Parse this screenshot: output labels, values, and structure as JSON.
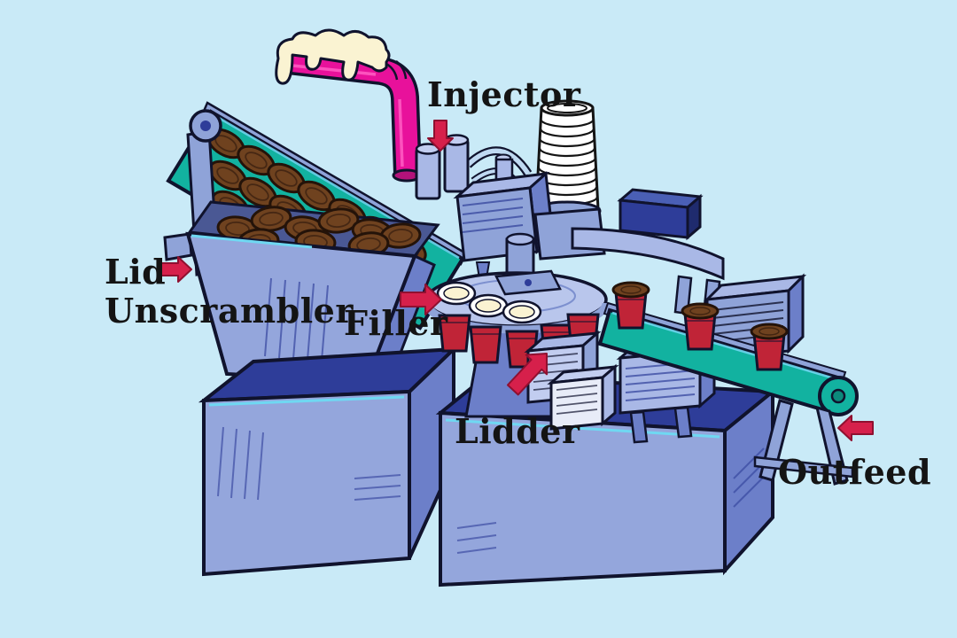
{
  "labels": {
    "injector": "Injector",
    "lid": "Lid",
    "unscrambler": "Unscrambler",
    "filler": "Filler",
    "lidder": "Lidder",
    "outfeed": "Outfeed"
  },
  "arrows": {
    "injector": "down",
    "lid_unscrambler": "right",
    "filler": "right",
    "lidder": "up-right",
    "outfeed": "left"
  },
  "colors": {
    "background": "#c9eaf7",
    "arrow": "#d6204b",
    "outline": "#10132d",
    "machine_light": "#a9b8e6",
    "machine_mid": "#8fa3d8",
    "machine_shadow": "#6c7fc9",
    "machine_dark": "#2e3d99",
    "conveyor_teal": "#12b2a0",
    "lid_brown": "#6f421f",
    "cup_red": "#c02437",
    "pipe_magenta": "#e8119b",
    "cream": "#faf3d2",
    "accent_cyan": "#6fd8f2",
    "label_text": "#141414"
  }
}
